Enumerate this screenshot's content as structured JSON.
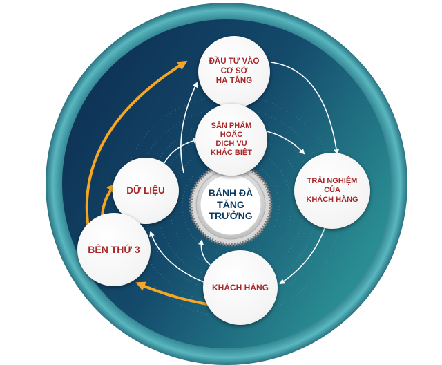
{
  "colors": {
    "ring": "#3e9aa6",
    "disc_dark": "#0c2a4e",
    "disc_mid": "#144a6b",
    "disc_light": "#2a8d93",
    "label_red": "#a8282a",
    "hub_text": "#0d3a63",
    "arrow_orange": "#f6a623",
    "arrow_white": "#ffffff"
  },
  "nodes": {
    "dau_tu": "ĐẦU TƯ VÀO\nCƠ SỞ\nHẠ TẦNG",
    "san_pham": "SẢN PHẨM\nHOẶC\nDỊCH VỤ\nKHÁC BIỆT",
    "trai_nghiem": "TRẢI NGHIỆM\nCỦA\nKHÁCH HÀNG",
    "du_lieu": "DỮ LIỆU",
    "ben_thu_3": "BÊN THỨ 3",
    "khach_hang": "KHÁCH HÀNG"
  },
  "hub": {
    "label": "BÁNH ĐÀ\nTĂNG\nTRƯỞNG",
    "icon": "gear-icon"
  }
}
